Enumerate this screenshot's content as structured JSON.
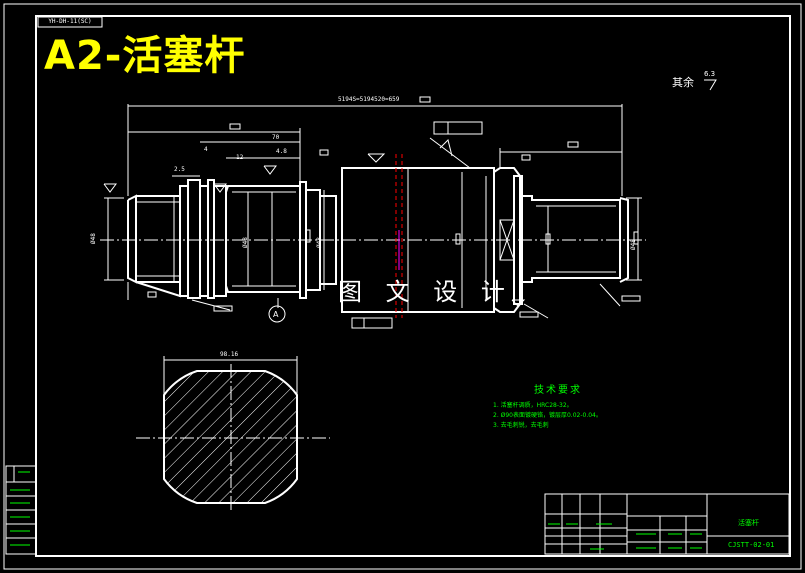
{
  "stamp": "YH-DH-11(SC)",
  "title": "A2-活塞杆",
  "watermark": "图 文 设 计",
  "roughness": {
    "label": "其余",
    "value": "6.3"
  },
  "dimensions": {
    "overall": "5194S=5194520=659",
    "d70": "70",
    "d4": "4",
    "d12": "12",
    "d4_8": "4.8",
    "d2_5": "2.5",
    "section_width": "98.16",
    "dia_left": "Ø48",
    "dia_mid": "Ø48",
    "dia_neck": "Ø48",
    "dia_right": "Ø48"
  },
  "datum": "A",
  "tech_requirements": {
    "title": "技术要求",
    "items": [
      "1. 活塞杆调质，HRC28-32。",
      "2. Ø90表面镀硬铬，镀层厚0.02-0.04。",
      "3. 去毛刺锐，去毛刺"
    ]
  },
  "title_block": {
    "name": "活塞杆",
    "code": "CJSTT-02-01"
  },
  "colors": {
    "background": "#000000",
    "line": "#ffffff",
    "title": "#ffff00",
    "note": "#00ff00",
    "center": "#ff0000",
    "marker": "#ff00ff"
  }
}
